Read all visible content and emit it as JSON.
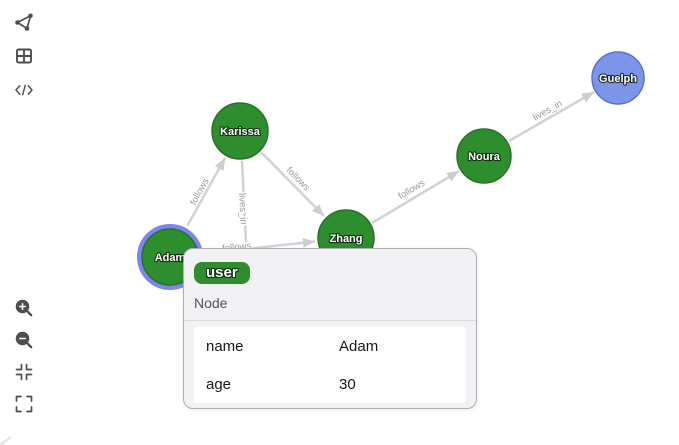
{
  "toolbar": {
    "top_icons": [
      {
        "icon": "graph-icon"
      },
      {
        "icon": "table-icon"
      },
      {
        "icon": "code-icon"
      }
    ],
    "bottom_icons": [
      {
        "icon": "zoom-in-icon"
      },
      {
        "icon": "zoom-out-icon"
      },
      {
        "icon": "fit-view-icon"
      },
      {
        "icon": "fullscreen-icon"
      }
    ]
  },
  "graph": {
    "nodes": [
      {
        "label": "Karissa",
        "type": "user",
        "selected": false
      },
      {
        "label": "Adam",
        "type": "user",
        "selected": true
      },
      {
        "label": "Zhang",
        "type": "user",
        "selected": false
      },
      {
        "label": "Noura",
        "type": "user",
        "selected": false
      },
      {
        "label": "Guelph",
        "type": "city",
        "selected": false
      }
    ],
    "edges": [
      {
        "from": "Adam",
        "to": "Karissa",
        "label": "follows"
      },
      {
        "from": "Karissa",
        "to": "Zhang",
        "label": "follows"
      },
      {
        "from": "Adam",
        "to": "Zhang",
        "label": "follows"
      },
      {
        "from": "Karissa",
        "to": "",
        "label": "lives_in"
      },
      {
        "from": "Zhang",
        "to": "Noura",
        "label": "follows"
      },
      {
        "from": "Noura",
        "to": "Guelph",
        "label": "lives_in"
      }
    ]
  },
  "tooltip": {
    "badge_label": "user",
    "title": "Node",
    "properties": [
      {
        "key": "name",
        "value": "Adam"
      },
      {
        "key": "age",
        "value": "30"
      }
    ]
  },
  "colors": {
    "node_user_fill": "#2e8e2e",
    "node_user_stroke": "#257425",
    "node_city_fill": "#7b96e8",
    "node_city_stroke": "#5873cf",
    "selected_ring": "#7e84f3",
    "edge": "#d2d2d5",
    "edge_label": "#9b9b9b",
    "badge_bg": "#2e8e2e",
    "card_bg": "#f2f2f5",
    "card_border": "#aeaeb6"
  }
}
